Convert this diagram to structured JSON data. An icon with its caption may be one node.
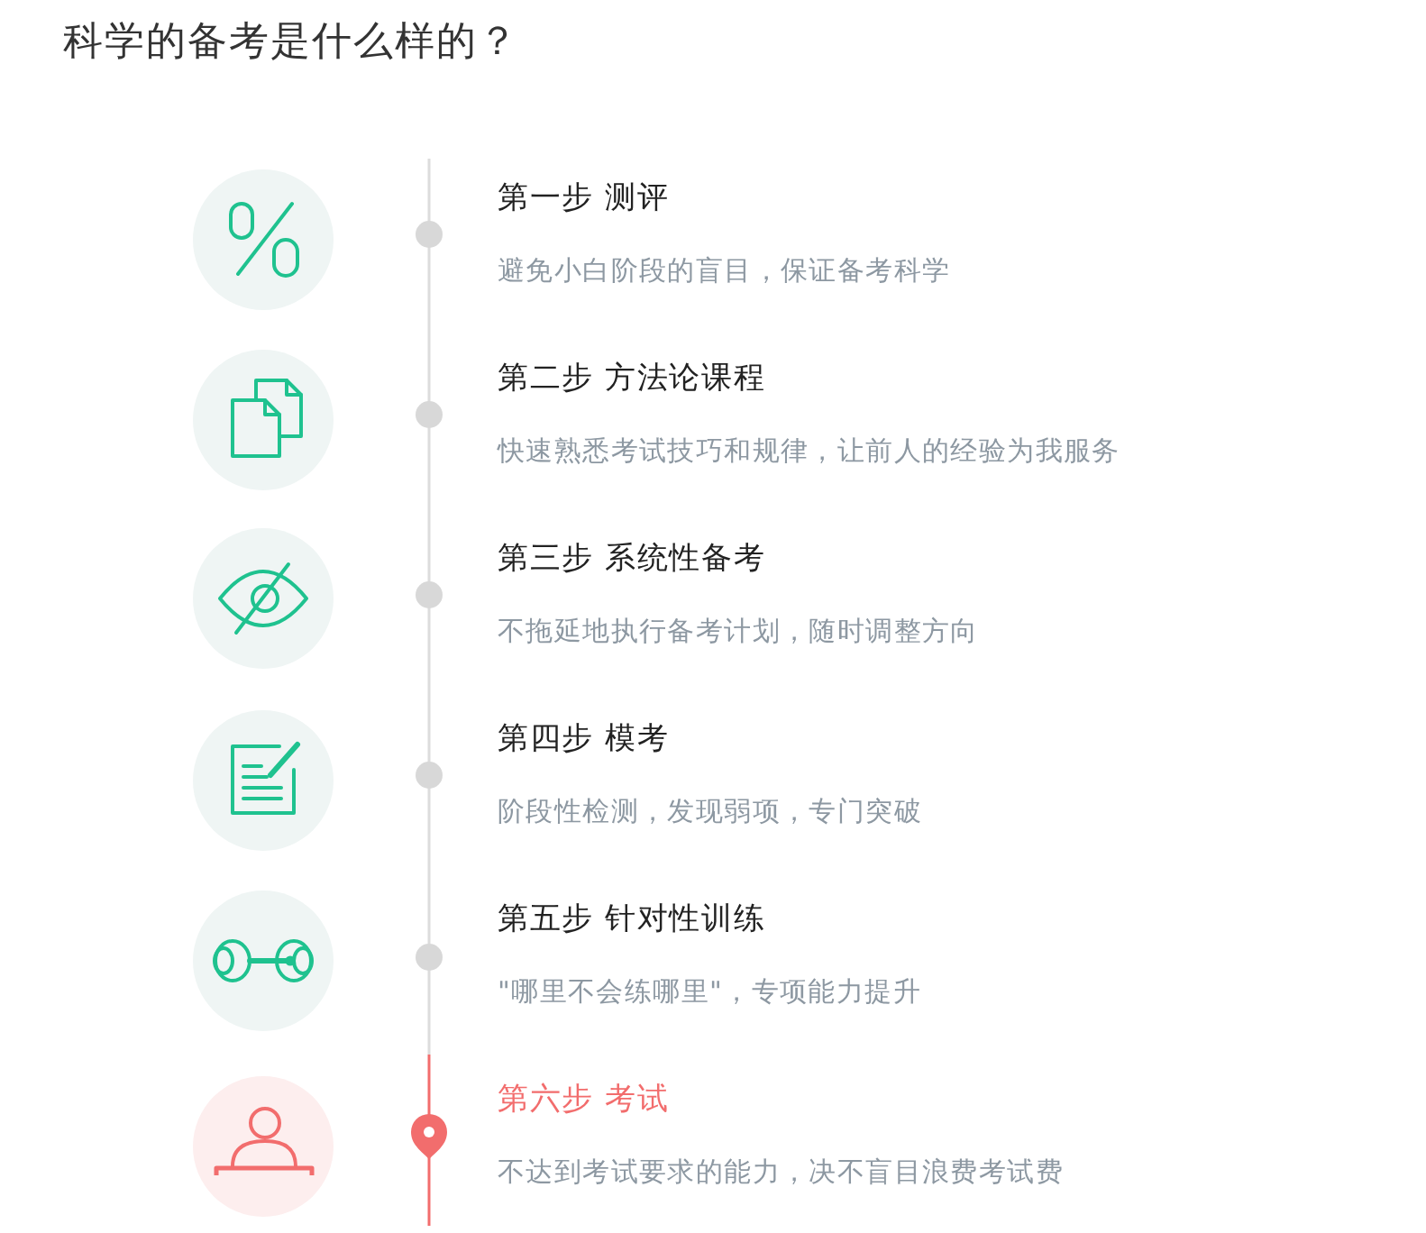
{
  "diagram": {
    "title": "科学的备考是什么样的？",
    "nodes": [
      {
        "text": [
          "第一步 测评",
          "避免小白阶段的盲目，保证备考科学"
        ]
      },
      {
        "text": [
          "第二步 方法论课程",
          "快速熟悉考试技巧和规律，让前人的经验为我服务"
        ]
      },
      {
        "text": [
          "第三步 系统性备考",
          "不拖延地执行备考计划，随时调整方向"
        ]
      },
      {
        "text": [
          "第四步 模考",
          "阶段性检测，发现弱项，专门突破"
        ]
      },
      {
        "text": [
          "第五步 针对性训练",
          "\"哪里不会练哪里\"，专项能力提升"
        ]
      },
      {
        "text": [
          "第六步 考试",
          "不达到考试要求的能力，决不盲目浪费考试费"
        ]
      }
    ]
  }
}
